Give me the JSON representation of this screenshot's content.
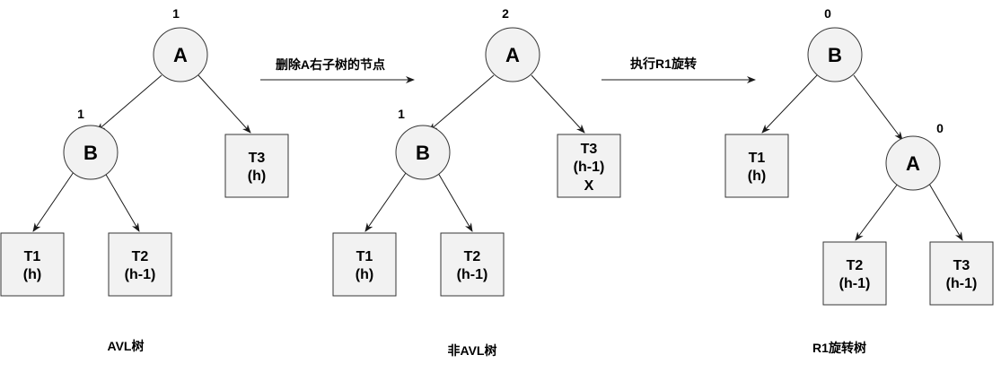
{
  "colors": {
    "node_fill": "#f2f2f2",
    "node_stroke": "#363636",
    "edge": "#1a1a1a",
    "box_fill": "#f2f2f2"
  },
  "trees": [
    {
      "caption": "AVL树",
      "nodes": {
        "A": {
          "label": "A",
          "balance": "1"
        },
        "B": {
          "label": "B",
          "balance": "1"
        }
      },
      "boxes": {
        "T3": {
          "lines": [
            "T3",
            "(h)"
          ]
        },
        "T1": {
          "lines": [
            "T1",
            "(h)"
          ]
        },
        "T2": {
          "lines": [
            "T2",
            "(h-1)"
          ]
        }
      }
    },
    {
      "caption": "非AVL树",
      "nodes": {
        "A": {
          "label": "A",
          "balance": "2"
        },
        "B": {
          "label": "B",
          "balance": "1"
        }
      },
      "boxes": {
        "T3": {
          "lines": [
            "T3",
            "(h-1)",
            "X"
          ]
        },
        "T1": {
          "lines": [
            "T1",
            "(h)"
          ]
        },
        "T2": {
          "lines": [
            "T2",
            "(h-1)"
          ]
        }
      }
    },
    {
      "caption": "R1旋转树",
      "nodes": {
        "B": {
          "label": "B",
          "balance": "0"
        },
        "A": {
          "label": "A",
          "balance": "0"
        }
      },
      "boxes": {
        "T1": {
          "lines": [
            "T1",
            "(h)"
          ]
        },
        "T2": {
          "lines": [
            "T2",
            "(h-1)"
          ]
        },
        "T3": {
          "lines": [
            "T3",
            "(h-1)"
          ]
        }
      }
    }
  ],
  "operations": [
    {
      "label": "删除A右子树的节点"
    },
    {
      "label": "执行R1旋转"
    }
  ]
}
